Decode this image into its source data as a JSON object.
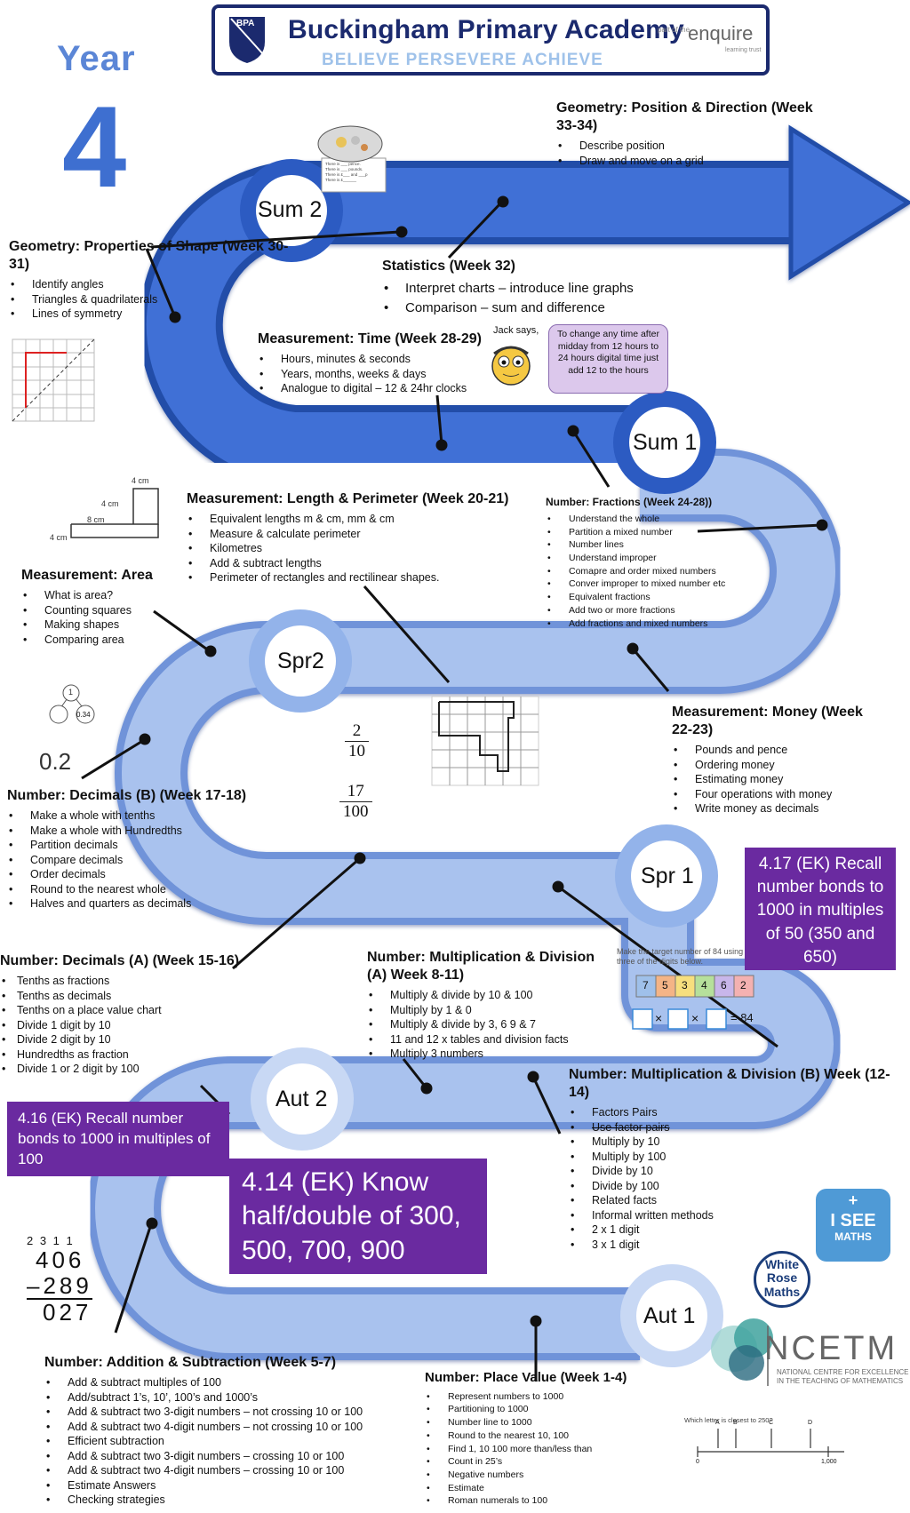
{
  "header": {
    "school_name": "Buckingham Primary Academy",
    "motto": "BELIEVE  PERSEVERE  ACHIEVE",
    "crest_letters": "BPA",
    "part_of": "part of the",
    "trust_name": "enquire",
    "trust_sub": "learning trust"
  },
  "year": {
    "word": "Year",
    "number": "4"
  },
  "terms": {
    "sum2": "Sum 2",
    "sum1": "Sum 1",
    "spr2": "Spr2",
    "spr1": "Spr 1",
    "aut2": "Aut 2",
    "aut1": "Aut 1"
  },
  "colors": {
    "road_dark": "#3f6fd6",
    "road_light": "#a9c2ee",
    "ek_purple": "#6a2aa0",
    "header_navy": "#1b2a6e"
  },
  "blocks": {
    "geo_position": {
      "title": "Geometry: Position & Direction (Week 33-34)",
      "items": [
        "Describe position",
        "Draw and move on a grid"
      ]
    },
    "geo_shape": {
      "title": "Geometry: Properties of Shape (Week 30-31)",
      "items": [
        "Identify angles",
        "Triangles & quadrilaterals",
        "Lines of symmetry"
      ]
    },
    "statistics": {
      "title": "Statistics (Week 32)",
      "items": [
        "Interpret charts – introduce line graphs",
        "Comparison – sum and difference"
      ]
    },
    "time": {
      "title": "Measurement: Time (Week 28-29)",
      "items": [
        "Hours, minutes & seconds",
        "Years, months, weeks & days",
        "Analogue to digital – 12 & 24hr clocks"
      ]
    },
    "length": {
      "title": "Measurement: Length & Perimeter (Week 20-21)",
      "items": [
        "Equivalent lengths m & cm, mm & cm",
        "Measure & calculate perimeter",
        "Kilometres",
        "Add & subtract lengths",
        "Perimeter of rectangles and rectilinear shapes."
      ]
    },
    "fractions": {
      "title": "Number: Fractions (Week 24-28))",
      "items": [
        "Understand the whole",
        "Partition a mixed number",
        "Number lines",
        "Understand improper",
        "Comapre and order mixed numbers",
        "Conver improper to mixed number etc",
        "Equivalent fractions",
        "Add two or more fractions",
        "Add fractions and mixed numbers"
      ]
    },
    "area": {
      "title": "Measurement: Area",
      "items": [
        "What is area?",
        "Counting squares",
        "Making shapes",
        "Comparing area"
      ]
    },
    "money": {
      "title": "Measurement: Money (Week 22-23)",
      "items": [
        "Pounds and pence",
        "Ordering money",
        "Estimating money",
        "Four operations with money",
        "Write money as decimals"
      ]
    },
    "decimals_b": {
      "title": "Number: Decimals (B) (Week 17-18)",
      "items": [
        "Make a whole with tenths",
        "Make a whole with Hundredths",
        "Partition decimals",
        "Compare decimals",
        "Order decimals",
        "Round to the nearest whole",
        "Halves and quarters as decimals"
      ]
    },
    "decimals_a": {
      "title": "Number: Decimals (A) (Week 15-16)",
      "items": [
        "Tenths as fractions",
        "Tenths as decimals",
        "Tenths on a place value chart",
        "Divide 1 digit by 10",
        "Divide 2 digit by 10",
        "Hundredths as fraction",
        "Divide 1 or 2 digit by 100"
      ]
    },
    "mult_a": {
      "title": "Number: Multiplication & Division (A) Week 8-11)",
      "items": [
        "Multiply & divide by 10 & 100",
        "Multiply by 1 & 0",
        "Multiply & divide by 3, 6 9 & 7",
        "11 and 12 x tables and division facts",
        "Multiply 3 numbers"
      ]
    },
    "mult_b": {
      "title": "Number: Multiplication & Division (B) Week (12-14)",
      "items": [
        "Factors Pairs",
        "Use factor pairs",
        "Multiply by 10",
        "Multiply by 100",
        "Divide by 10",
        "Divide by 100",
        "Related facts",
        "Informal written methods",
        "2 x 1 digit",
        "3 x 1 digit"
      ]
    },
    "add_sub": {
      "title": "Number: Addition & Subtraction (Week 5-7)",
      "items": [
        "Add & subtract multiples of 100",
        "Add/subtract 1’s, 10’, 100’s and 1000’s",
        "Add & subtract two 3-digit numbers – not crossing 10 or 100",
        "Add & subtract two 4-digit numbers – not crossing 10 or 100",
        "Efficient subtraction",
        "Add & subtract two 3-digit numbers – crossing 10 or 100",
        "Add & subtract two 4-digit numbers – crossing 10 or 100",
        "Estimate Answers",
        "Checking strategies"
      ]
    },
    "place_value": {
      "title": "Number: Place Value (Week 1-4)",
      "items": [
        "Represent numbers to 1000",
        "Partitioning to 1000",
        "Number line to 1000",
        "Round to the nearest 10, 100",
        "Find 1, 10 100 more than/less than",
        "Count in 25’s",
        "Negative numbers",
        "Estimate",
        "Roman numerals to 100"
      ]
    }
  },
  "ek": {
    "box_417": "4.17 (EK) Recall number bonds to 1000 in multiples of 50 (350 and 650)",
    "box_416": "4.16 (EK) Recall number bonds to 1000 in multiples of 100",
    "box_414": "4.14 (EK) Know half/double of 300, 500, 700, 900"
  },
  "speech": {
    "speaker": "Jack says,",
    "text": "To change any time after midday from 12 hours to 24 hours digital time just add 12 to the hours"
  },
  "illustrations": {
    "lshape_labels": [
      "4 cm",
      "4 cm",
      "8 cm",
      "4 cm"
    ],
    "decimal_tree": [
      "1",
      "0.34"
    ],
    "decimal_value": "0.2",
    "fraction1": {
      "num": "2",
      "den": "10"
    },
    "fraction2": {
      "num": "17",
      "den": "100"
    },
    "target_text": "Make the target number of 84 using three of the digits below.",
    "target_digits": [
      "7",
      "5",
      "3",
      "4",
      "6",
      "2"
    ],
    "target_ops": [
      "×",
      "×",
      "= 84"
    ],
    "subtraction": {
      "carry": "2 3 1 1",
      "top": "406",
      "minus": "–289",
      "result": "027"
    },
    "numberline_q": "Which letter is closest to 250?",
    "numberline_letters": [
      "A",
      "B",
      "C",
      "D"
    ],
    "numberline_ends": [
      "0",
      "1,000"
    ],
    "money_card_lines": [
      "There is ___ pence.",
      "There is ___ pounds.",
      "There is £___ and ___p",
      "There is £______"
    ]
  },
  "logos": {
    "isee_plus": "+",
    "isee": "I SEE",
    "isee_maths": "MATHS",
    "wrm_lines": [
      "White",
      "Rose",
      "Maths"
    ],
    "ncetm": "NCETM",
    "ncetm_sub": "NATIONAL CENTRE FOR EXCELLENCE IN THE TEACHING OF MATHEMATICS"
  }
}
